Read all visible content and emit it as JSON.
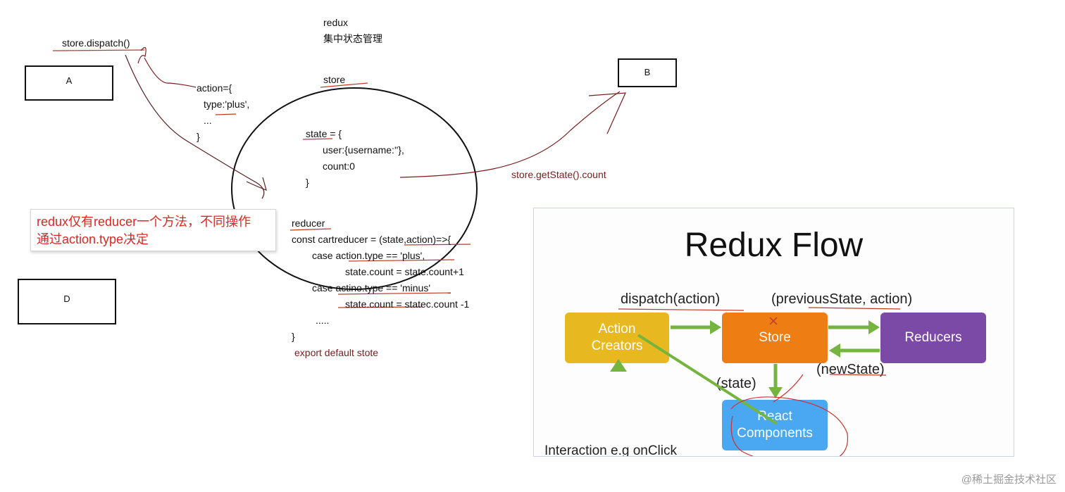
{
  "notes": {
    "heading_line1": "redux",
    "heading_line2": "集中状态管理",
    "dispatch": "store.dispatch()",
    "store_label": "store",
    "action_lines": [
      "action={",
      "type:'plus',",
      "...",
      "}"
    ],
    "state_lines": [
      "state = {",
      "user:{username:''},",
      "count:0",
      "}"
    ],
    "getstate": "store.getState().count",
    "reducer_lines": [
      "reducer",
      "const cartreducer = (state,action)=>{",
      "case action.type == 'plus',",
      "state.count = state.count+1",
      "case actino.type == 'minus'",
      "state.count = statec.count -1",
      ".....",
      "}"
    ],
    "export": "export default stote"
  },
  "boxes": {
    "a": "A",
    "b": "B",
    "d": "D"
  },
  "callout": {
    "line1": "redux仅有reducer一个方法，不同操作",
    "line2": "通过action.type决定"
  },
  "redux_flow": {
    "title": "Redux Flow",
    "action_creators": [
      "Action",
      "Creators"
    ],
    "store": "Store",
    "reducers": "Reducers",
    "react_components": [
      "React",
      "Components"
    ],
    "label_dispatch": "dispatch(action)",
    "label_previous": "(previousState, action)",
    "label_newstate": "(newState)",
    "label_state": "(state)",
    "label_interaction": "Interaction e.g onClick",
    "colors": {
      "action_creators": "#e8b820",
      "store": "#ee7d13",
      "reducers": "#7b4aa6",
      "react_components": "#4aa8f2",
      "arrows": "#74b43f"
    }
  },
  "watermark": "@稀土掘金技术社区"
}
